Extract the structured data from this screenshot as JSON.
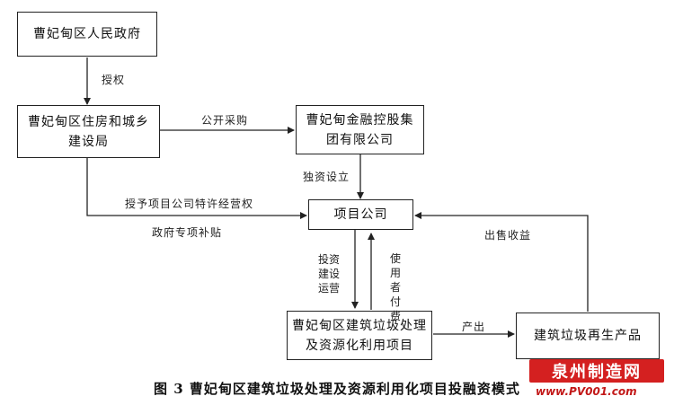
{
  "diagram": {
    "nodes": {
      "gov": "曹妃甸区人民政府",
      "housing": "曹妃甸区住房和城乡建设局",
      "finance": "曹妃甸金融控股集团有限公司",
      "company": "项目公司",
      "project": "曹妃甸区建筑垃圾处理及资源化利用项目",
      "product": "建筑垃圾再生产品"
    },
    "edges": {
      "authorize": "授权",
      "procurement": "公开采购",
      "sole_invest": "独资设立",
      "concession": "授予项目公司特许经营权",
      "subsidy": "政府专项补贴",
      "invest_build_operate": "投资建设运营",
      "user_fee": "使用者付费",
      "output": "产出",
      "sales_revenue": "出售收益"
    },
    "caption": "图 3  曹妃甸区建筑垃圾处理及资源利用化项目投融资模式"
  },
  "watermark": {
    "brand": "泉州制造网",
    "url": "www.PV001.com"
  }
}
